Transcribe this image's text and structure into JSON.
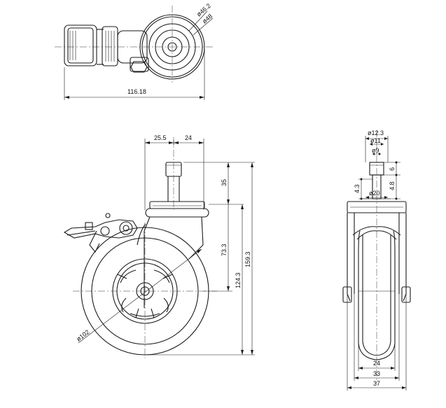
{
  "top_view": {
    "overall_width": "116.18",
    "diameter_outer": "ø46.2",
    "diameter_inner": "ø48"
  },
  "side_view": {
    "offset_horizontal": "25.5",
    "swivel_width": "24",
    "stem_height": "35",
    "upper_height": "73.3",
    "total_height": "159.3",
    "wheel_center_height": "124.3",
    "wheel_diameter": "ø102"
  },
  "front_view": {
    "stem_diameter_top": "ø12.3",
    "stem_diameter_mid": "ø11",
    "stem_diameter_inner": "ø9",
    "dim_6": "6",
    "dim_4_8": "4.8",
    "dim_4_3": "4.3",
    "base_diameter": "ø20",
    "wheel_width": "24",
    "fork_inner_width": "33",
    "fork_outer_width": "37"
  }
}
